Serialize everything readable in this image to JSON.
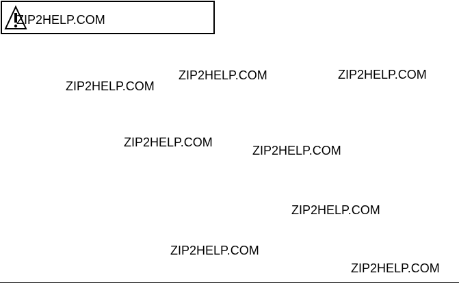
{
  "warning": {
    "icon": "warning-triangle-icon",
    "text": "ZIP2HELP.COM"
  },
  "watermarks": [
    "ZIP2HELP.COM",
    "ZIP2HELP.COM",
    "ZIP2HELP.COM",
    "ZIP2HELP.COM",
    "ZIP2HELP.COM",
    "ZIP2HELP.COM",
    "ZIP2HELP.COM",
    "ZIP2HELP.COM"
  ],
  "colors": {
    "text": "#000000",
    "background": "#ffffff"
  }
}
